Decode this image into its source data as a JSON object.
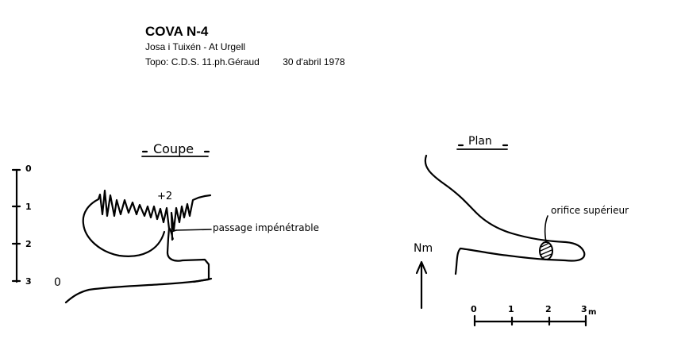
{
  "header": {
    "title": "COVA N-4",
    "location": "Josa i Tuixén - At Urgell",
    "topo": "Topo: C.D.S. 11.ph.Géraud",
    "date": "30 d'abril 1978"
  },
  "section": {
    "heading": "Coupe",
    "scale_ticks": [
      "0",
      "1",
      "2",
      "3"
    ],
    "depth_marker": "+2",
    "entrance_marker": "0",
    "annotation": "passage impénétrable"
  },
  "plan": {
    "heading": "Plan",
    "north_label": "Nm",
    "annotation": "orifice supérieur",
    "scale_ticks": [
      "0",
      "1",
      "2",
      "3"
    ],
    "scale_unit": "m"
  }
}
